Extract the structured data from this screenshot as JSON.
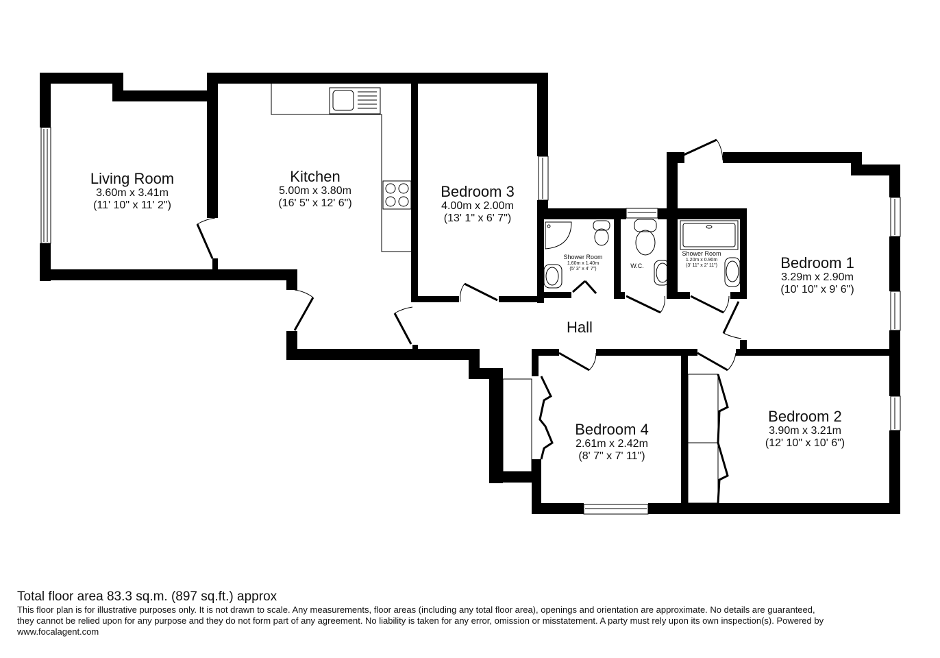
{
  "plan": {
    "wall_color": "#000000",
    "background": "#ffffff",
    "rooms": [
      {
        "id": "living-room",
        "name": "Living Room",
        "metric": "3.60m x 3.41m",
        "imperial": "(11' 10\" x 11' 2\")"
      },
      {
        "id": "kitchen",
        "name": "Kitchen",
        "metric": "5.00m x 3.80m",
        "imperial": "(16' 5\" x 12' 6\")"
      },
      {
        "id": "bedroom-3",
        "name": "Bedroom 3",
        "metric": "4.00m x 2.00m",
        "imperial": "(13' 1\" x 6' 7\")"
      },
      {
        "id": "shower-room-1",
        "name": "Shower Room",
        "metric": "1.60m x 1.40m",
        "imperial": "(5' 3\" x 4' 7\")"
      },
      {
        "id": "wc",
        "name": "W.C.",
        "metric": "",
        "imperial": ""
      },
      {
        "id": "shower-room-2",
        "name": "Shower Room",
        "metric": "1.20m x 0.90m",
        "imperial": "(3' 11\" x 2' 11\")"
      },
      {
        "id": "bedroom-1",
        "name": "Bedroom 1",
        "metric": "3.29m x 2.90m",
        "imperial": "(10' 10\" x 9' 6\")"
      },
      {
        "id": "hall",
        "name": "Hall",
        "metric": "",
        "imperial": ""
      },
      {
        "id": "bedroom-4",
        "name": "Bedroom 4",
        "metric": "2.61m x 2.42m",
        "imperial": "(8' 7\" x 7' 11\")"
      },
      {
        "id": "bedroom-2",
        "name": "Bedroom 2",
        "metric": "3.90m x 3.21m",
        "imperial": "(12' 10\" x 10' 6\")"
      }
    ]
  },
  "footer": {
    "total_area": "Total floor area 83.3 sq.m. (897 sq.ft.) approx",
    "disclaimer_line1": "This floor plan is for illustrative purposes only. It is not drawn to scale. Any measurements, floor areas (including any total floor area), openings and orientation are approximate. No details are guaranteed,",
    "disclaimer_line2": "they cannot be relied upon for any purpose and they do not form part of any agreement. No liability is taken for any error, omission or misstatement. A party must rely upon its own inspection(s). Powered by",
    "disclaimer_line3": "www.focalagent.com"
  }
}
